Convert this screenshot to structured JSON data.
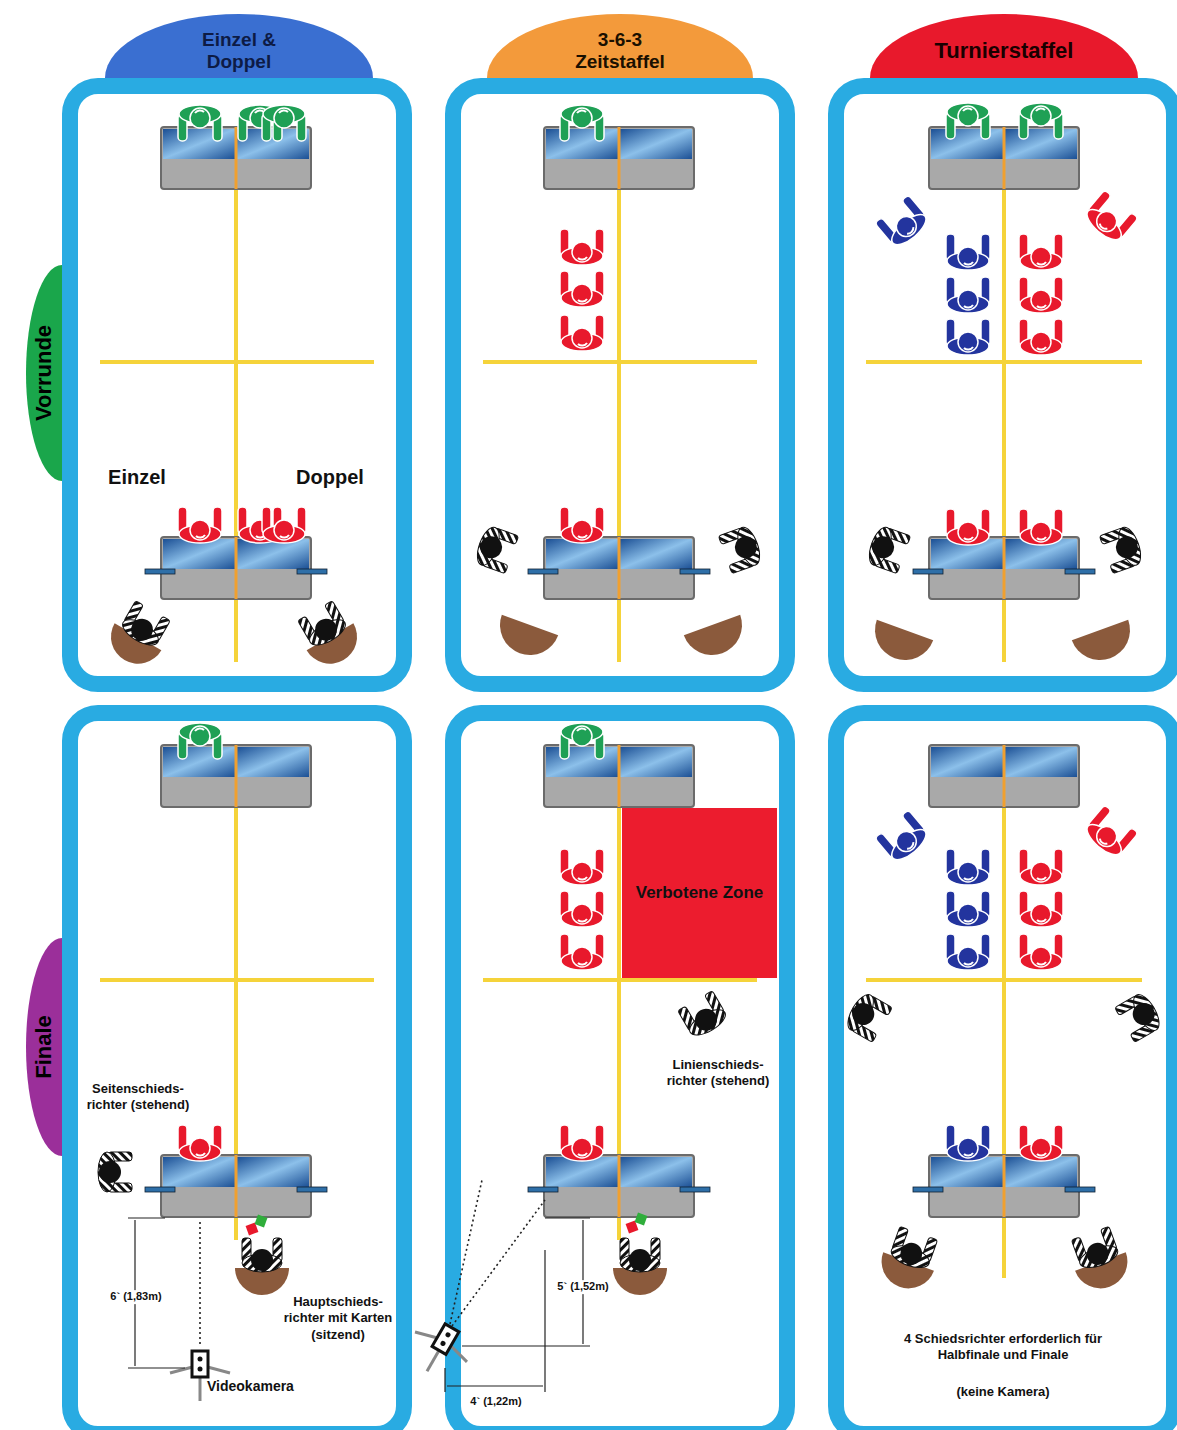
{
  "diagram": {
    "nodes": [
      {
        "text": [
          "Einzel & Doppel"
        ]
      },
      {
        "text": [
          "3-6-3 Zeitstaffel"
        ]
      },
      {
        "text": [
          "Turnierstaffel"
        ]
      },
      {
        "text": [
          "Vorrunde"
        ]
      },
      {
        "text": [
          "Finale"
        ]
      },
      {
        "text": [
          "Verbotene Zone"
        ]
      }
    ],
    "labels": [
      "Einzel",
      "Doppel",
      "Seitenschieds- richter (stehend)",
      "6` (1,83m)",
      "Hauptschieds- richter mit Karten (sitzend)",
      "Videokamera",
      "Linienschieds- richter (stehend)",
      "5` (1,52m)",
      "4` (1,22m)",
      "4 Schiedsrichter erforderlich für Halbfinale und Finale",
      "(keine Kamera)"
    ]
  }
}
